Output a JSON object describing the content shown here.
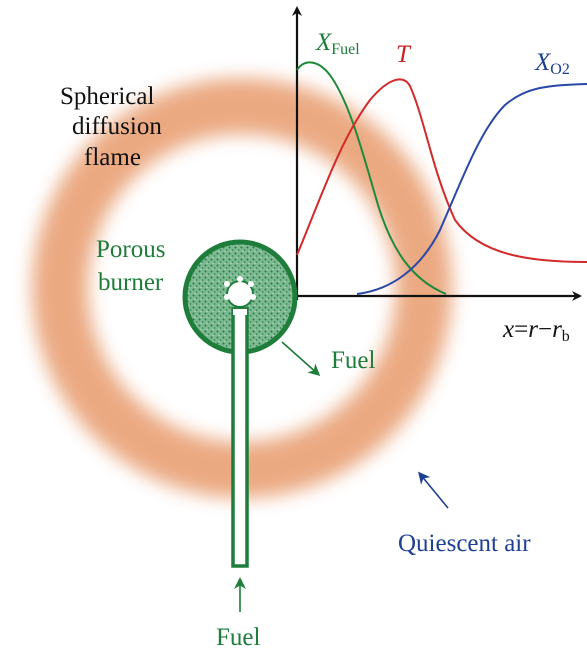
{
  "labels": {
    "flame_line1": "Spherical",
    "flame_line2": "diffusion",
    "flame_line3": "flame",
    "burner_line1": "Porous",
    "burner_line2": "burner",
    "fuel_out": "Fuel",
    "fuel_in": "Fuel",
    "air": "Quiescent air",
    "x_fuel_main": "X",
    "x_fuel_sub": "Fuel",
    "temp": "T",
    "x_o2_main": "X",
    "x_o2_sub": "O2",
    "axis_x": "x",
    "axis_eq": "=",
    "axis_r": "r",
    "axis_minus": "−",
    "axis_rb": "r",
    "axis_rb_sub": "b"
  },
  "colors": {
    "flame": "#e9a074",
    "burner": "#1e7d3a",
    "fuel_curve": "#1e8a3a",
    "temp_curve": "#d42a2a",
    "o2_curve": "#2a48a8",
    "text_blue": "#1f3f95",
    "axes": "#111111"
  }
}
